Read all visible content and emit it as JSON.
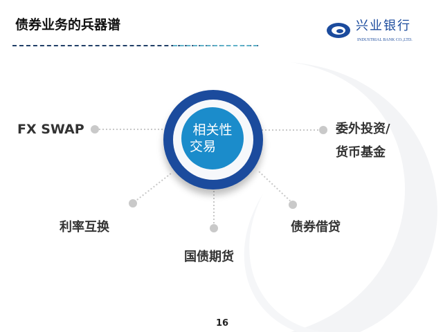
{
  "header": {
    "title": "债券业务的兵器谱",
    "logo_name": "兴业银行",
    "logo_subtitle": "INDUSTRIAL BANK CO.,LTD."
  },
  "center": {
    "line1": "相关性",
    "line2": "交易"
  },
  "items": {
    "fx_swap": "FX SWAP",
    "outsourced_line1": "委外投资/",
    "outsourced_line2": "货币基金",
    "irs": "利率互换",
    "futures": "国债期货",
    "lending": "债券借贷"
  },
  "footer": {
    "page_number": "16"
  },
  "colors": {
    "navy": "#1b4b9d",
    "blue": "#1b8ccb"
  }
}
